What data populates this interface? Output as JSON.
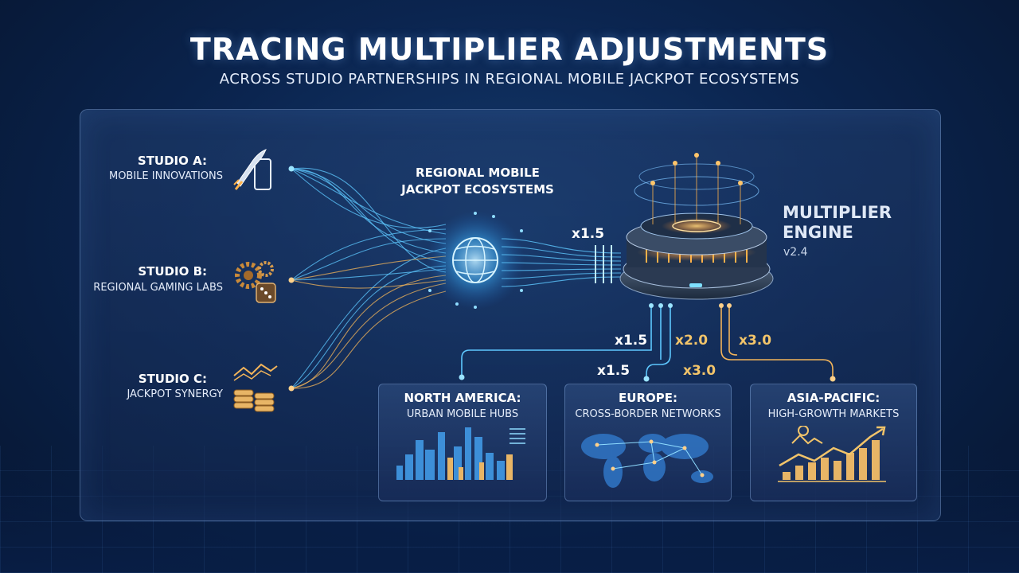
{
  "header": {
    "title": "TRACING MULTIPLIER ADJUSTMENTS",
    "subtitle": "ACROSS STUDIO PARTNERSHIPS IN REGIONAL MOBILE JACKPOT ECOSYSTEMS"
  },
  "studios": [
    {
      "title": "STUDIO A:",
      "subtitle": "MOBILE INNOVATIONS",
      "icon": "rocket-phone-icon"
    },
    {
      "title": "STUDIO B:",
      "subtitle": "REGIONAL GAMING LABS",
      "icon": "gears-dice-icon"
    },
    {
      "title": "STUDIO C:",
      "subtitle": "JACKPOT SYNERGY",
      "icon": "coins-trend-icon"
    }
  ],
  "hub": {
    "line1": "REGIONAL MOBILE",
    "line2": "JACKPOT ECOSYSTEMS",
    "icon": "globe-icon"
  },
  "engine": {
    "line1": "MULTIPLIER",
    "line2": "ENGINE",
    "version": "v2.4",
    "icon": "server-engine-icon"
  },
  "multipliers": {
    "hub_to_engine": "x1.5",
    "na_upper": "x1.5",
    "na_lower": "x1.5",
    "eu_upper": "x2.0",
    "eu_lower": "x3.0",
    "ap": "x3.0"
  },
  "regions": [
    {
      "title": "NORTH AMERICA:",
      "subtitle": "URBAN MOBILE HUBS",
      "icon": "city-skyline-icon"
    },
    {
      "title": "EUROPE:",
      "subtitle": "CROSS-BORDER NETWORKS",
      "icon": "world-map-icon"
    },
    {
      "title": "ASIA-PACIFIC:",
      "subtitle": "HIGH-GROWTH MARKETS",
      "icon": "growth-chart-icon"
    }
  ],
  "colors": {
    "blue_flow": "#5ec8ff",
    "gold_flow": "#f2b45a",
    "background": "#0b2550"
  }
}
